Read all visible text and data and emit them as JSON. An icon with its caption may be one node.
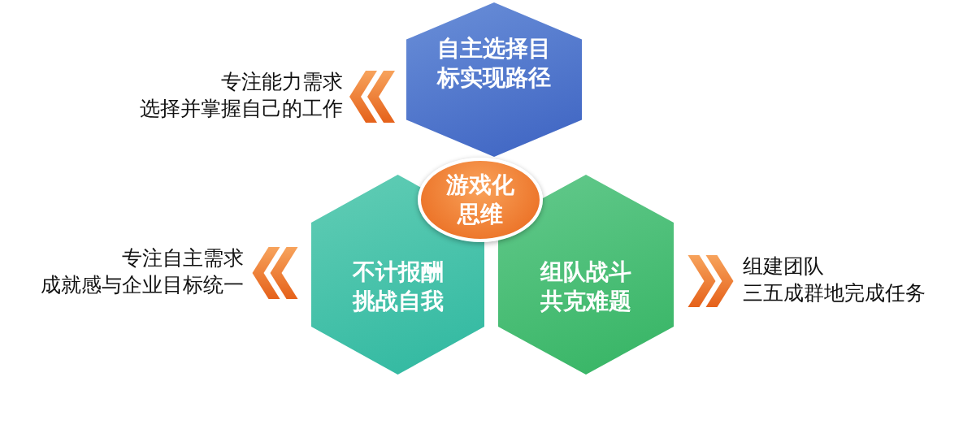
{
  "diagram": {
    "nodes": [
      {
        "text": [
          "自主选择目标实现路径"
        ]
      },
      {
        "text": [
          "游戏化思维"
        ]
      },
      {
        "text": [
          "不计报酬挑战自我"
        ]
      },
      {
        "text": [
          "组队战斗共克难题"
        ]
      },
      {
        "text": [
          "专注能力需求",
          "选择并掌握自己的工作"
        ]
      },
      {
        "text": [
          "专注自主需求",
          "成就感与企业目标统一"
        ]
      },
      {
        "text": [
          "组建团队",
          "三五成群地完成任务"
        ]
      }
    ],
    "edges": [
      {
        "from": 0,
        "to": 4,
        "arrow": "to"
      },
      {
        "from": 2,
        "to": 5,
        "arrow": "to"
      },
      {
        "from": 3,
        "to": 6,
        "arrow": "to"
      }
    ]
  }
}
